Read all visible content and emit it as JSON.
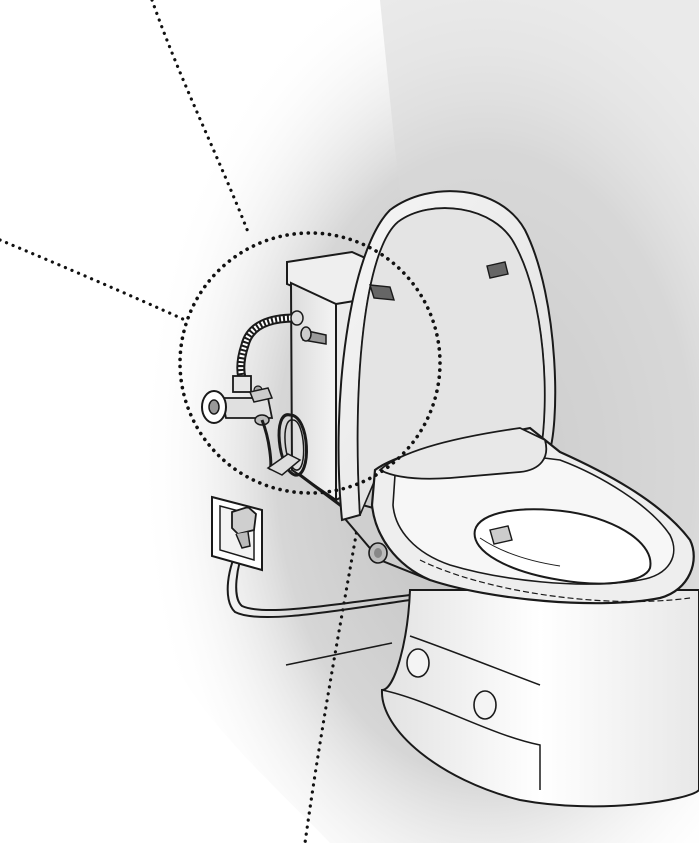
{
  "illustration": {
    "subject": "bidet-toilet-seat-installation",
    "parts": [
      "toilet-tank",
      "tank-flush-lever",
      "water-supply-hose",
      "shutoff-valve",
      "t-adapter",
      "bidet-water-line",
      "wall-outlet",
      "power-plug",
      "power-cord",
      "bidet-seat",
      "seat-lid",
      "seat-control-panel",
      "toilet-bowl",
      "callout-circle",
      "callout-leader-lines"
    ]
  },
  "colors": {
    "wall_shade": "#c9c9c9",
    "line": "#1a1a1a",
    "porcelain": "#ffffff",
    "seat_gray": "#e6e6e6",
    "tank_gray": "#f0f0f0",
    "dark_part": "#777777"
  }
}
